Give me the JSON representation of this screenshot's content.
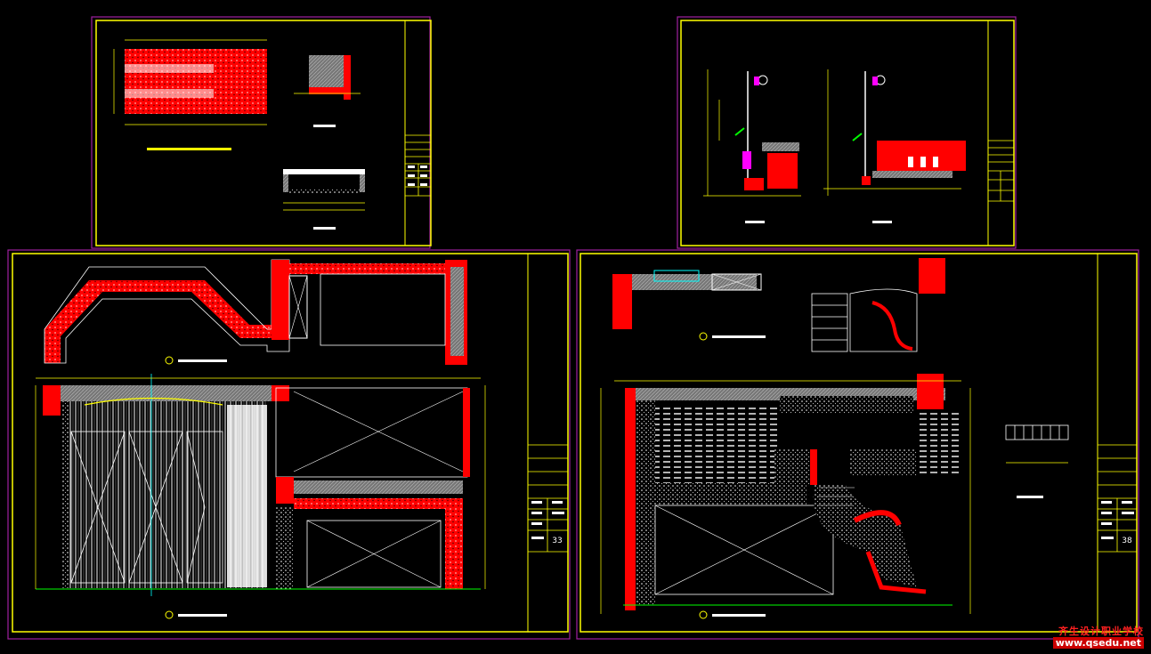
{
  "colors": {
    "sheet_border": "#a020a0",
    "frame": "#ffff00",
    "red": "#ff0000",
    "white": "#ffffff",
    "cyan": "#00ffff",
    "green": "#00ff00",
    "magenta": "#ff00ff",
    "gray": "#9a9a9a"
  },
  "sheets": [
    {
      "id": "top-left",
      "title_block": {
        "page_number": ""
      }
    },
    {
      "id": "top-right",
      "title_block": {
        "page_number": ""
      }
    },
    {
      "id": "bottom-left",
      "title_block": {
        "page_number": "33"
      }
    },
    {
      "id": "bottom-right",
      "title_block": {
        "page_number": "38"
      }
    }
  ],
  "watermark": {
    "line1": "齐生设计职业学校",
    "line2": "www.qsedu.net"
  }
}
